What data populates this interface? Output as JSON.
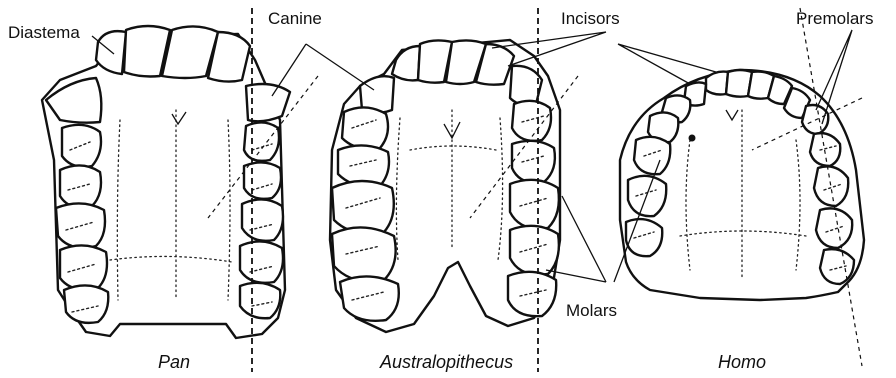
{
  "labels": {
    "diastema": "Diastema",
    "canine": "Canine",
    "incisors": "Incisors",
    "premolars": "Premolars",
    "molars": "Molars"
  },
  "species": {
    "pan": "Pan",
    "australopithecus": "Australopithecus",
    "homo": "Homo"
  }
}
